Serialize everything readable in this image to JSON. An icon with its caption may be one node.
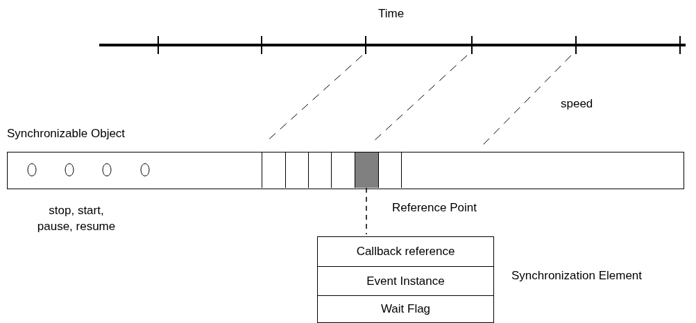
{
  "diagram": {
    "nodes": [
      {
        "text": [
          "Synchronizable Object"
        ],
        "beside": [
          "stop, start, pause, resume"
        ]
      },
      {
        "text": [],
        "shape": "box",
        "in": 0
      },
      {
        "text": [],
        "shape": "box",
        "in": 0
      },
      {
        "text": [],
        "shape": "box",
        "in": 0
      },
      {
        "text": [],
        "shape": "box",
        "in": 0
      },
      {
        "text": [],
        "shape": "box",
        "in": 0,
        "beside": [
          "Reference Point"
        ]
      },
      {
        "text": [],
        "shape": "box",
        "in": 0
      },
      {
        "text": [
          "Synchronization Element"
        ]
      },
      {
        "text": [
          "Callback reference"
        ],
        "in": 7
      },
      {
        "text": [
          "Event Instance"
        ],
        "in": 7
      },
      {
        "text": [
          "Wait Flag"
        ],
        "in": 7
      }
    ],
    "edges": [
      {
        "from": 5,
        "to": 7,
        "arrow": "none",
        "style": "dashed"
      }
    ],
    "labels": [
      "Time",
      "speed"
    ]
  }
}
